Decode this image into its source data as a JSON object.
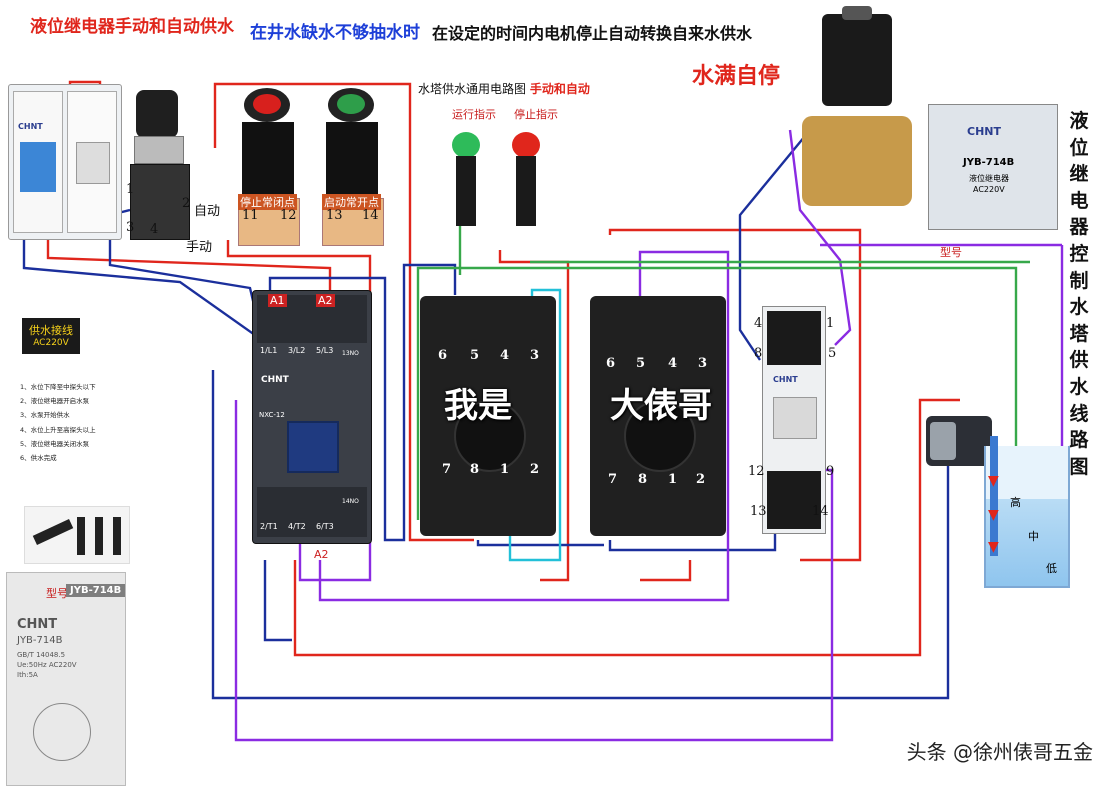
{
  "titles": {
    "t1": "液位继电器手动和自动供水",
    "t2": "在井水缺水不够抽水时",
    "t3": "在设定的时间内电机停止自动转换自来水供水",
    "t4": "水满自停",
    "diagram_title": "水塔供水通用电路图",
    "diagram_title_mode": "手动和自动"
  },
  "labels": {
    "run_indicator": "运行指示",
    "stop_indicator": "停止指示",
    "auto": "自动",
    "manual": "手动",
    "stop_nc": "停止常闭点",
    "start_no": "启动常开点",
    "model": "型号",
    "high": "高",
    "mid": "中",
    "low": "低",
    "overlay1": "我是",
    "overlay2": "大俵哥",
    "side_title": "液位继电器控制水塔供水线路图",
    "watermark": "头条 @徐州俵哥五金"
  },
  "note": {
    "title": "供水接线",
    "sub": "AC220V",
    "steps": [
      "1、水位下降至中探头以下",
      "2、液位继电器开启水泵",
      "3、水泵开始供水",
      "4、水位上升至高探头以上",
      "5、液位继电器关闭水泵",
      "6、供水完成"
    ]
  },
  "model_card": {
    "label": "型号",
    "model": "JYB-714B",
    "brand": "CHNT",
    "line1": "JYB-714B",
    "line2": "GB/T 14048.5",
    "line3": "Ue:50Hz AC220V",
    "line4": "Ith:5A"
  },
  "device_text": {
    "chnt": "CHNT",
    "relay_model": "JYB-714B",
    "relay_sub": "液位继电器",
    "relay_volt": "AC220V",
    "contactor_model": "NXC-12",
    "a1": "A1",
    "a2": "A2",
    "a2b": "A2",
    "l1": "1/L1",
    "l2": "3/L2",
    "l3": "5/L3",
    "t1": "2/T1",
    "t2": "4/T2",
    "t3": "6/T3",
    "no13": "13NO",
    "no14": "14NO"
  },
  "terminals": {
    "sw": [
      "1",
      "2",
      "3",
      "4"
    ],
    "stop": [
      "11",
      "12"
    ],
    "start": [
      "13",
      "14"
    ],
    "base1_top": [
      "6",
      "5",
      "4",
      "3"
    ],
    "base1_bot": [
      "7",
      "8",
      "1",
      "2"
    ],
    "base2_top": [
      "6",
      "5",
      "4",
      "3"
    ],
    "base2_bot": [
      "7",
      "8",
      "1",
      "2"
    ],
    "relay": [
      "4",
      "1",
      "8",
      "5",
      "12",
      "9",
      "13",
      "14"
    ]
  },
  "colors": {
    "red": "#e0261c",
    "blue": "#1d3fd8",
    "purple": "#8a2be2",
    "green": "#37a84a",
    "cyan": "#22c0d8",
    "navy": "#1b2f9c"
  }
}
